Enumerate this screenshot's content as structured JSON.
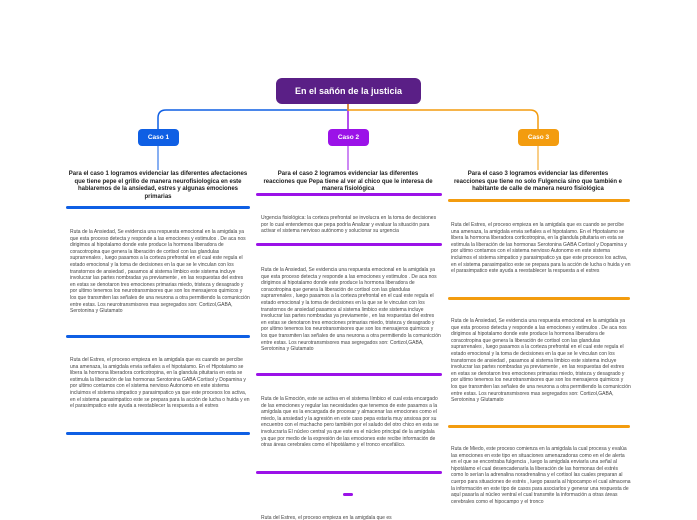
{
  "root": {
    "title": "En el sañón de la justicia"
  },
  "colors": {
    "root": "#5a1f86",
    "case1": "#0f5fe4",
    "case2": "#9b12e8",
    "case3": "#f39c0f"
  },
  "cases": [
    {
      "label": "Caso 1",
      "heading": "Para el caso 1 logramos evidenciar las diferentes afectaciones que tiene pepe el grillo de manera neurofisiologica  en este hablaremos de la ansiedad, estres y algunas emociones primarias",
      "texts": [
        "Ruta de la Ansiedad, Se evidencia una respuesta emocional en la amigdala ya que esta proceso detecta y responde a las emociones y estimulos . De aca nos dirigimos al hipotalamo donde este produce la hormona liberadora de coracotropina que genera la liberación de cortisol con las glandulas suprarrenales , luego pasamos a la corteza prefrontal en el cual este regula el estado emocional y la toma de decisiones en la que se le vinculan con los transtornos de ansiedad , pasamos al sistema limbico este sistema incluye involucrar las partes nombradas ya previamente , en las respuestas del estres en estas se denotaron tres emociones primarias miedo, tristeza y desagrado y por ultimo tenemos los neurotransmisores que son los mensajeros quimicos y los que transmiten las señales de una neurona a otra permitiendo la comunicción entre estas. Los neurotransmisores mas segregados son: Cortizol,GABA, Serotonina y Glutamato",
        "Ruta del Estres, el proceso empieza en la amigdala que es cuando se percibe una amenaza, la amigdala envia señales a el hipotalamo. En el Hipotalamo se libera la hormona liberadora corticotropina, en la glandula pituitaria en esta se estimula la liberación de las hormonas Serotonina GABA Cortisol y Dopamina y por ultimo contamos con el sistema nervioso Autonomo en este sistema incluimos el sistema simpatico y parasimpatico ya que este procesos los activa, en el sistema parasimpatico este se prepara para la acción de lucha o huida y en el parasimpatico este  ayuda a reestablecer la respuesta a el estres"
      ]
    },
    {
      "label": "Caso 2",
      "heading": "Para el caso 2 logramos evidenciar las diferentes reacciones que Pepa  tiene al ver al chico que le interesa de manera fisiológica",
      "texts": [
        "Urgencia fisiológica: la corteza prefrontal se involucra en  la toma de decisiones por lo cual entendemos que pepa podría Analizar y evaluar la situación para activar el sistema nervioso autónomo y solucionar su urgencia",
        "Ruta de la Ansiedad,  Se evidencia una respuesta emocional en la amigdala ya que esta proceso detecta y responde a las emociones y estimulos . De aca nos dirigimos al hipotalamo donde este produce la hormona liberadora de coracotropina que genera la liberación de cortisol con las glandulas suprarrenales , luego pasamos a la corteza prefrontal en el cual este regula el estado emocional y la toma de decisiones en la que se le vinculan con los transtornos de ansiedad pasamos al sistema limbico este sistema incluye involucrar las partes nombradas ya previamente , en las respuestas del estres en estas se denotaron tres emociones primarias miedo, tristeza y desagrado y por ultimo tenemos los neurotransmisores que son los mensajeros quimicos y los que transmiten las señales de una neurona a otra permitiendo la comunicción entre estas. Los neurotransmisores mas segregados son: Cortizol,GABA, Serotonina y Glutamato",
        "Ruta de la Emoción, este se activa en el sistema límbico el cual esta encargado de las emociones y regular las necesidades que tenemos de este pasamos a la amígdala  que es la encargada de procesar y almacenar las emociones como el miedo, la ansiedad y la agresión en este caso pepa estaría muy ansiosa por su encuentro con el muchacho pero también por el saludo del otro  chico en esta se involucraría El núcleo central ya que este es el núcleo principal de la amígdala ya que por medio de la expresión de las emociones este  recibe información de otras áreas cerebrales como el hipotálamo y el tronco encefálico."
      ]
    },
    {
      "label": "Caso 3",
      "heading": "Para el caso 3 logramos evidenciar las diferentes reacciones que tiene no solo Fulgencia  sino que también e habitante de calle de manera neuro fisiológica",
      "texts": [
        "Ruta del Estres, el proceso empieza en la amigdala que es cuando se percibe una amenaza, la amigdala envia señales a el hipotalamo. En el Hipotalamo se libera la hormona liberadora corticotropina, en la glandula pituitaria en esta se estimula la liberación de las hormonas Serotonina GABA Cortisol y Dopamina y por ultimo contamos con el sistema nervioso Autonomo en este sistema incluimos el sistema simpatico y parasimpatico ya que este procesos los activa, en el sistema parasimpatico este se prepara para la acción de lucha o huida y en el parasimpatico este  ayuda a reestablecer la respuesta a el estres",
        "Ruta de la Ansiedad, Se evidencia una respuesta emocional en la amigdala ya que esta proceso detecta y responde a las emociones y estimulos . De aca nos dirigimos al hipotalamo donde este produce la hormona liberadora de coracotropina que genera la liberación de cortisol con las glandulas suprarrenales , luego pasamos a la corteza prefrontal en el cual este regula el estado emocional y la toma de decisiones en la que se le vinculan con los transtornos de ansiedad , pasamos al sistema limbico este sistema incluye involucrar las partes nombradas ya previamente , en las respuestas del estres en estas se denotaron tres emociones primarias miedo, tristeza y desagrado y por ultimo tenemos los neurotransmisores que son los mensajeros quimicos y los que transmiten las señales de una neurona a otra permitiendo la comunicción entre estas. Los neurotransmisores mas segregados son: Cortizol,GABA, Serotonina y Glutamato",
        "Ruta de Miedo, este proceso comienza en la amigdala la cual procesa y evalúa las emociones en este tipo en situaciones amenazadoras como en el de alerta en el que se encontraba fulgencia , luego la amigdala enviaría una señal al hipotálamo el cual desencadenaría la liberación de las hormonas del estrés como lo serían la adrenalina noradrenalina y el cortisol las cuales preparan al cuerpo para situaciones de estrés , luego pasaría al hipocampo el cual almacena la información en este tipo de casos para asociarlos y generar una respuesta de aquí pasaría al núcleo ventral el cual transmite la información a otras áreas cerebrales como el hipocampo y el tronco"
      ]
    }
  ],
  "cut_text": "Ruta del Estres, el proceso empieza en la amigdala que es"
}
